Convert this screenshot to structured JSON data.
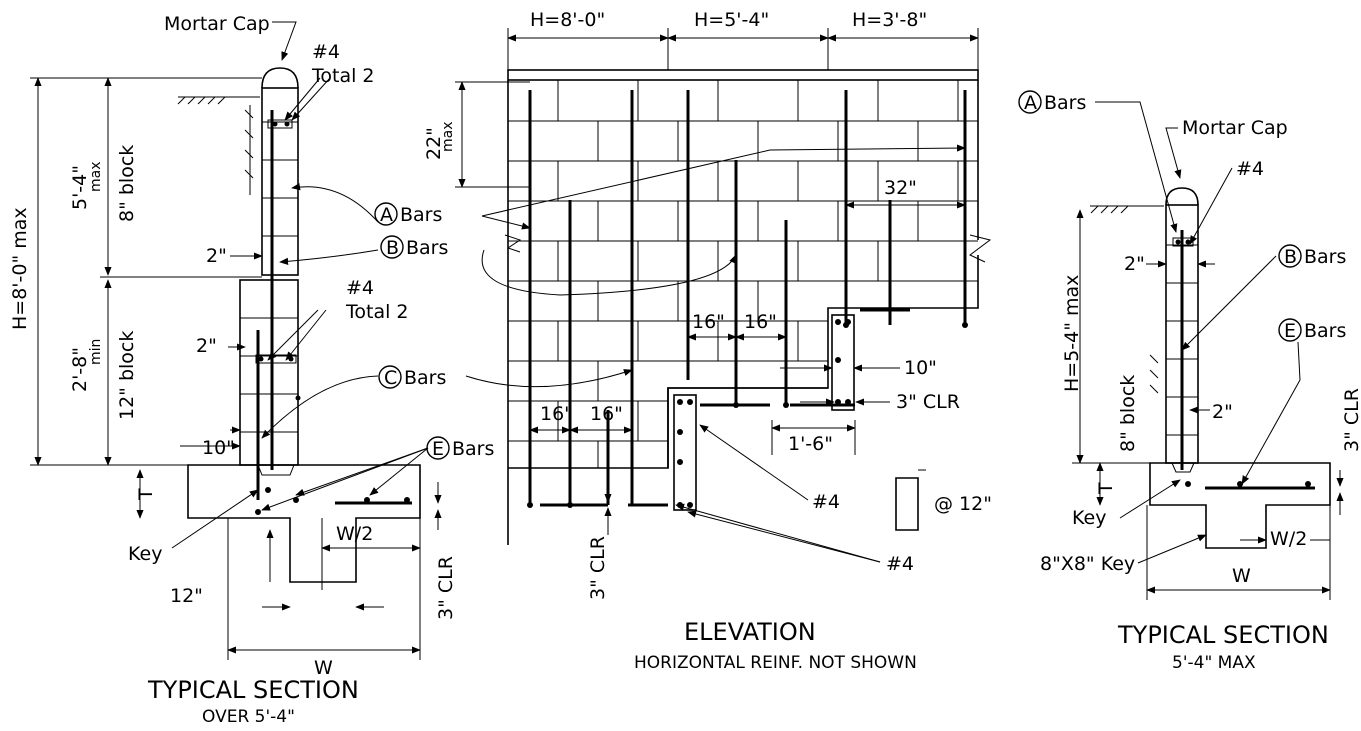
{
  "left": {
    "mortar_cap": "Mortar Cap",
    "bar4_top": "#4",
    "total2_top": "Total 2",
    "h_overall": "H=8'-0\" max",
    "upper_dim": "5'-4\"",
    "upper_dim_sub": "max",
    "upper_block": "8\" block",
    "lower_dim": "2'-8\"",
    "lower_dim_sub": "min",
    "lower_block": "12\" block",
    "two_in_a": "2\"",
    "two_in_b": "2\"",
    "bar4_mid": "#4",
    "total2_mid": "Total 2",
    "ten_in": "10\"",
    "t_label": "T",
    "key": "Key",
    "w_half": "W/2",
    "twelve_in": "12\"",
    "clr": "3\" CLR",
    "w": "W",
    "title": "TYPICAL SECTION",
    "subtitle": "OVER 5'-4\""
  },
  "labels": {
    "a": "A",
    "b": "B",
    "c": "C",
    "e": "E",
    "bars": "Bars"
  },
  "elevation": {
    "h1": "H=8'-0\"",
    "h2": "H=5'-4\"",
    "h3": "H=3'-8\"",
    "max22": "22\"",
    "max22_sub": "max",
    "d32": "32\"",
    "d16a": "16\"",
    "d16b": "16\"",
    "d16c": "16\"",
    "d16d": "16\"",
    "d10": "10\"",
    "clr3": "3\" CLR",
    "d1_6": "1'-6\"",
    "bar4a": "#4",
    "bar4b": "#4",
    "at12": "@ 12\"",
    "clr_bottom": "3\" CLR",
    "title": "ELEVATION",
    "subtitle": "HORIZONTAL REINF. NOT SHOWN"
  },
  "right": {
    "mortar_cap": "Mortar Cap",
    "bar4": "#4",
    "h": "H=5-4\" max",
    "block": "8\" block",
    "two_a": "2\"",
    "two_b": "2\"",
    "clr": "3\" CLR",
    "t_label": "T",
    "key": "Key",
    "key8": "8\"X8\" Key",
    "w_half": "W/2",
    "w": "W",
    "title": "TYPICAL SECTION",
    "subtitle": "5'-4\" MAX"
  }
}
